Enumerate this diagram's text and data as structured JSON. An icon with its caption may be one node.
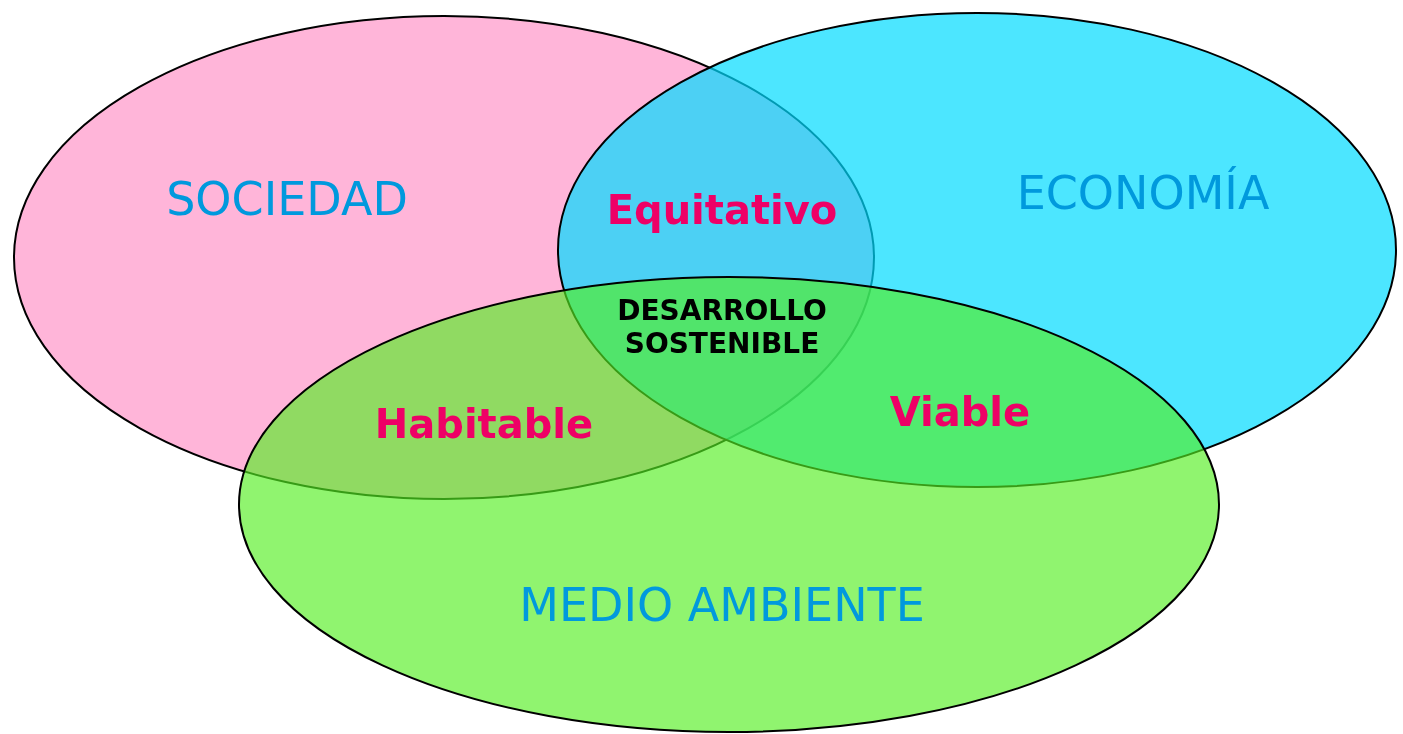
{
  "diagram": {
    "nodes": [
      {
        "text": [
          "SOCIEDAD"
        ]
      },
      {
        "text": [
          "ECONOMÍA"
        ]
      },
      {
        "text": [
          "MEDIO AMBIENTE"
        ]
      }
    ],
    "labels": [
      "Equitativo",
      "DESARROLLO SOSTENIBLE",
      "Habitable",
      "Viable"
    ]
  }
}
